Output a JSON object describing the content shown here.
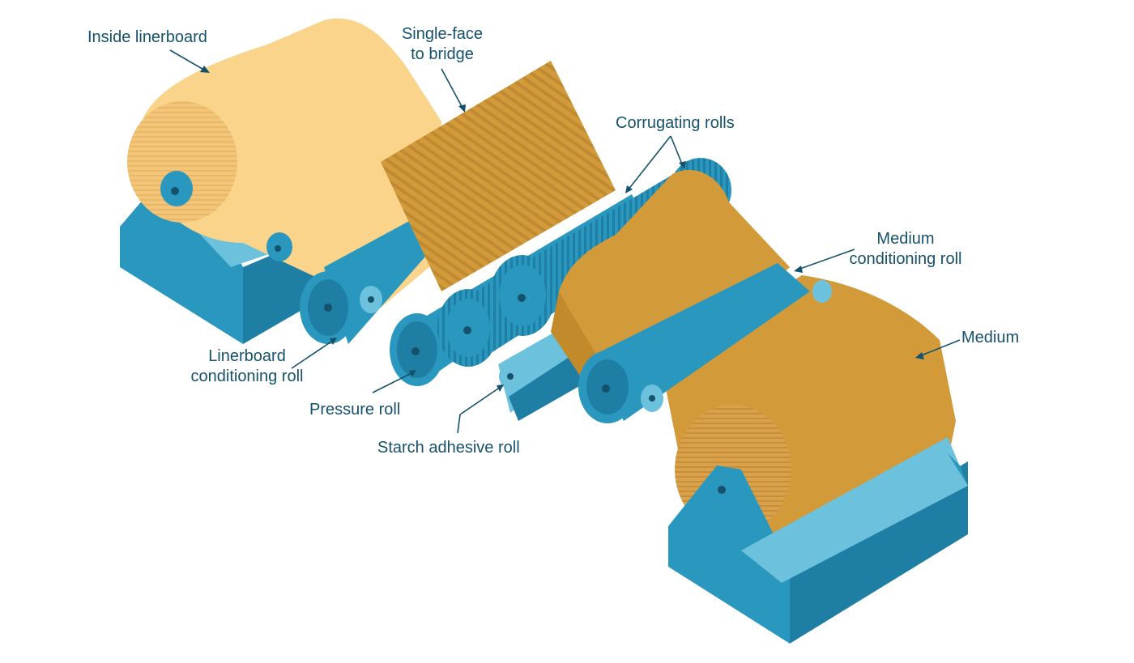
{
  "labels": {
    "inside_linerboard": "Inside linerboard",
    "single_face_line1": "Single-face",
    "single_face_line2": "to bridge",
    "corrugating_rolls": "Corrugating rolls",
    "medium_conditioning_line1": "Medium",
    "medium_conditioning_line2": "conditioning roll",
    "medium": "Medium",
    "linerboard_conditioning_line1": "Linerboard",
    "linerboard_conditioning_line2": "conditioning roll",
    "pressure_roll": "Pressure roll",
    "starch_adhesive_roll": "Starch adhesive roll"
  },
  "colors": {
    "liner": "#f9d48a",
    "liner_dark": "#f2c57a",
    "medium": "#d39a3a",
    "medium_dark": "#c38a2c",
    "blue": "#2a97bf",
    "blue_dark": "#1f7ea3",
    "blue_light": "#6cc2dc",
    "label": "#15516b"
  }
}
